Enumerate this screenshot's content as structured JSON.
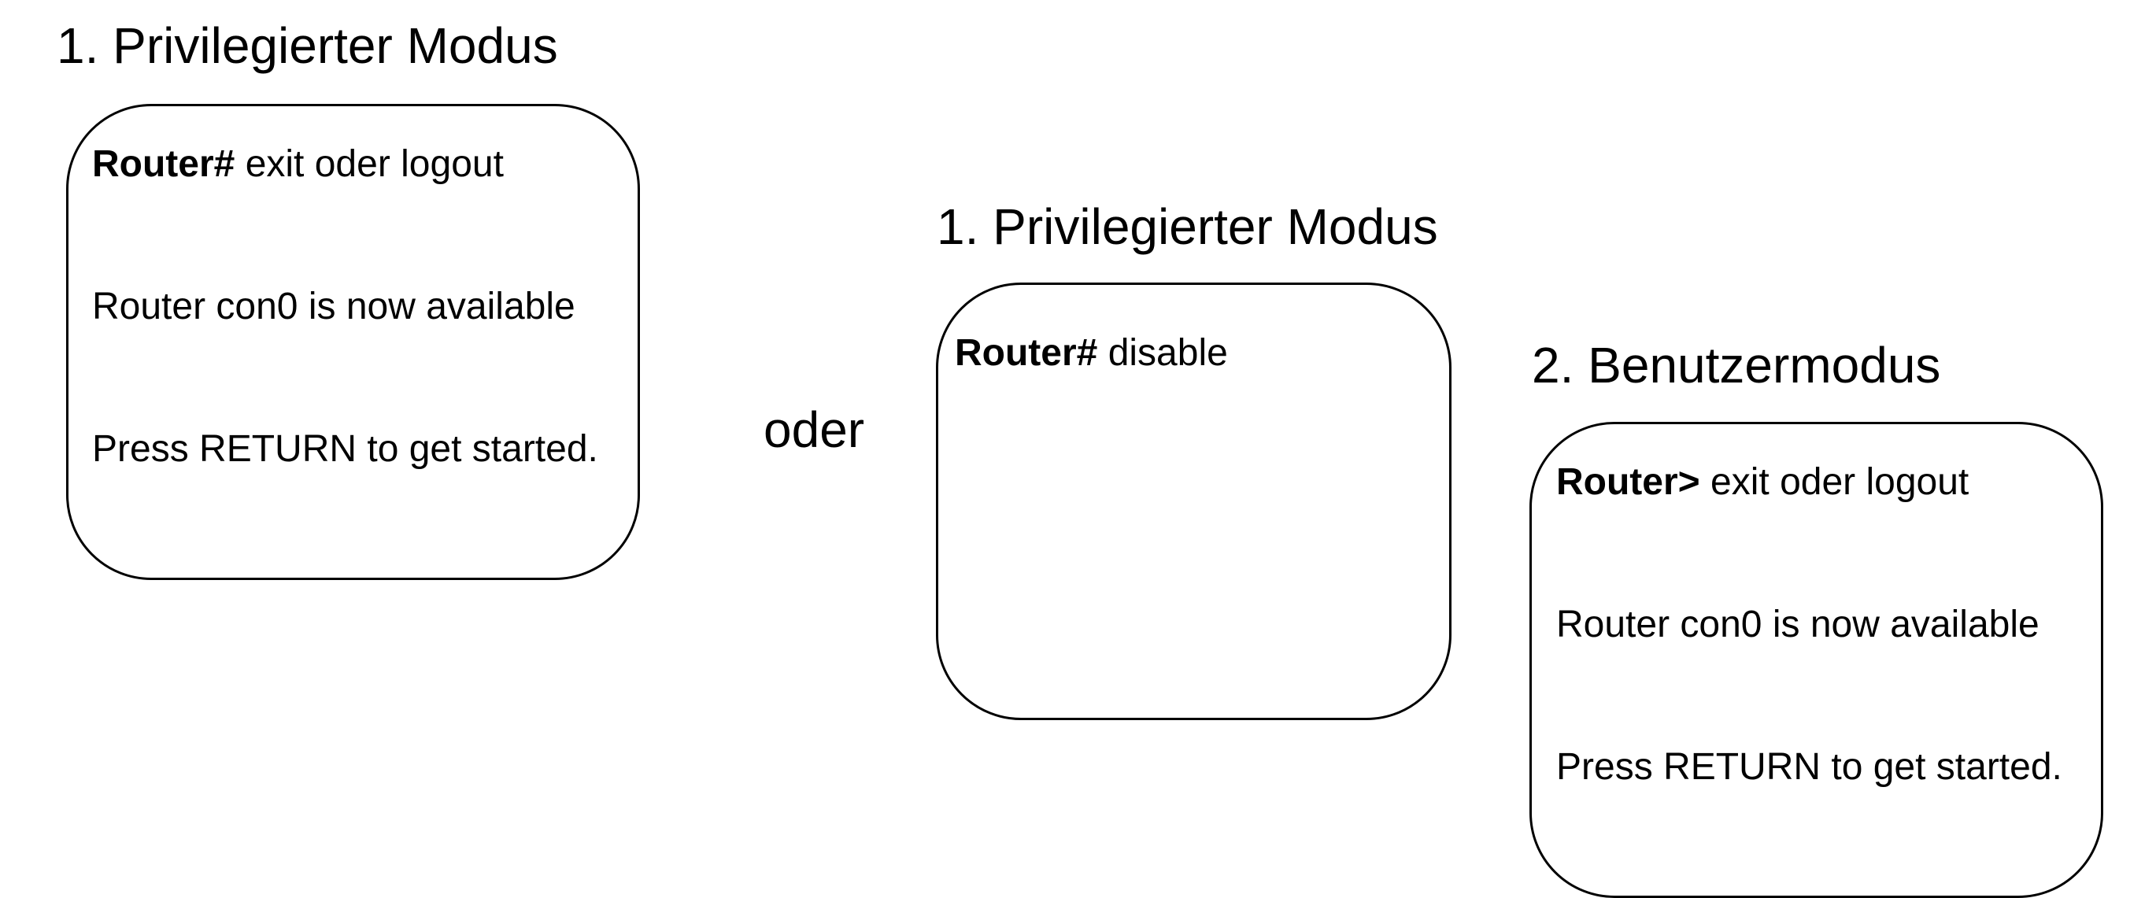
{
  "panel_left": {
    "title": "1. Privilegierter Modus",
    "lines": [
      {
        "prompt": "Router#",
        "text": " exit oder logout"
      },
      {
        "prompt": "",
        "text": "Router con0 is now available"
      },
      {
        "prompt": "",
        "text": "Press RETURN to get started."
      }
    ]
  },
  "separator": {
    "text": "oder"
  },
  "panel_middle": {
    "title": "1. Privilegierter Modus",
    "lines": [
      {
        "prompt": "Router#",
        "text": " disable"
      }
    ]
  },
  "panel_right": {
    "title": "2. Benutzermodus",
    "lines": [
      {
        "prompt": "Router>",
        "text": " exit oder logout"
      },
      {
        "prompt": "",
        "text": "Router con0 is now available"
      },
      {
        "prompt": "",
        "text": "Press RETURN to get started."
      }
    ]
  }
}
